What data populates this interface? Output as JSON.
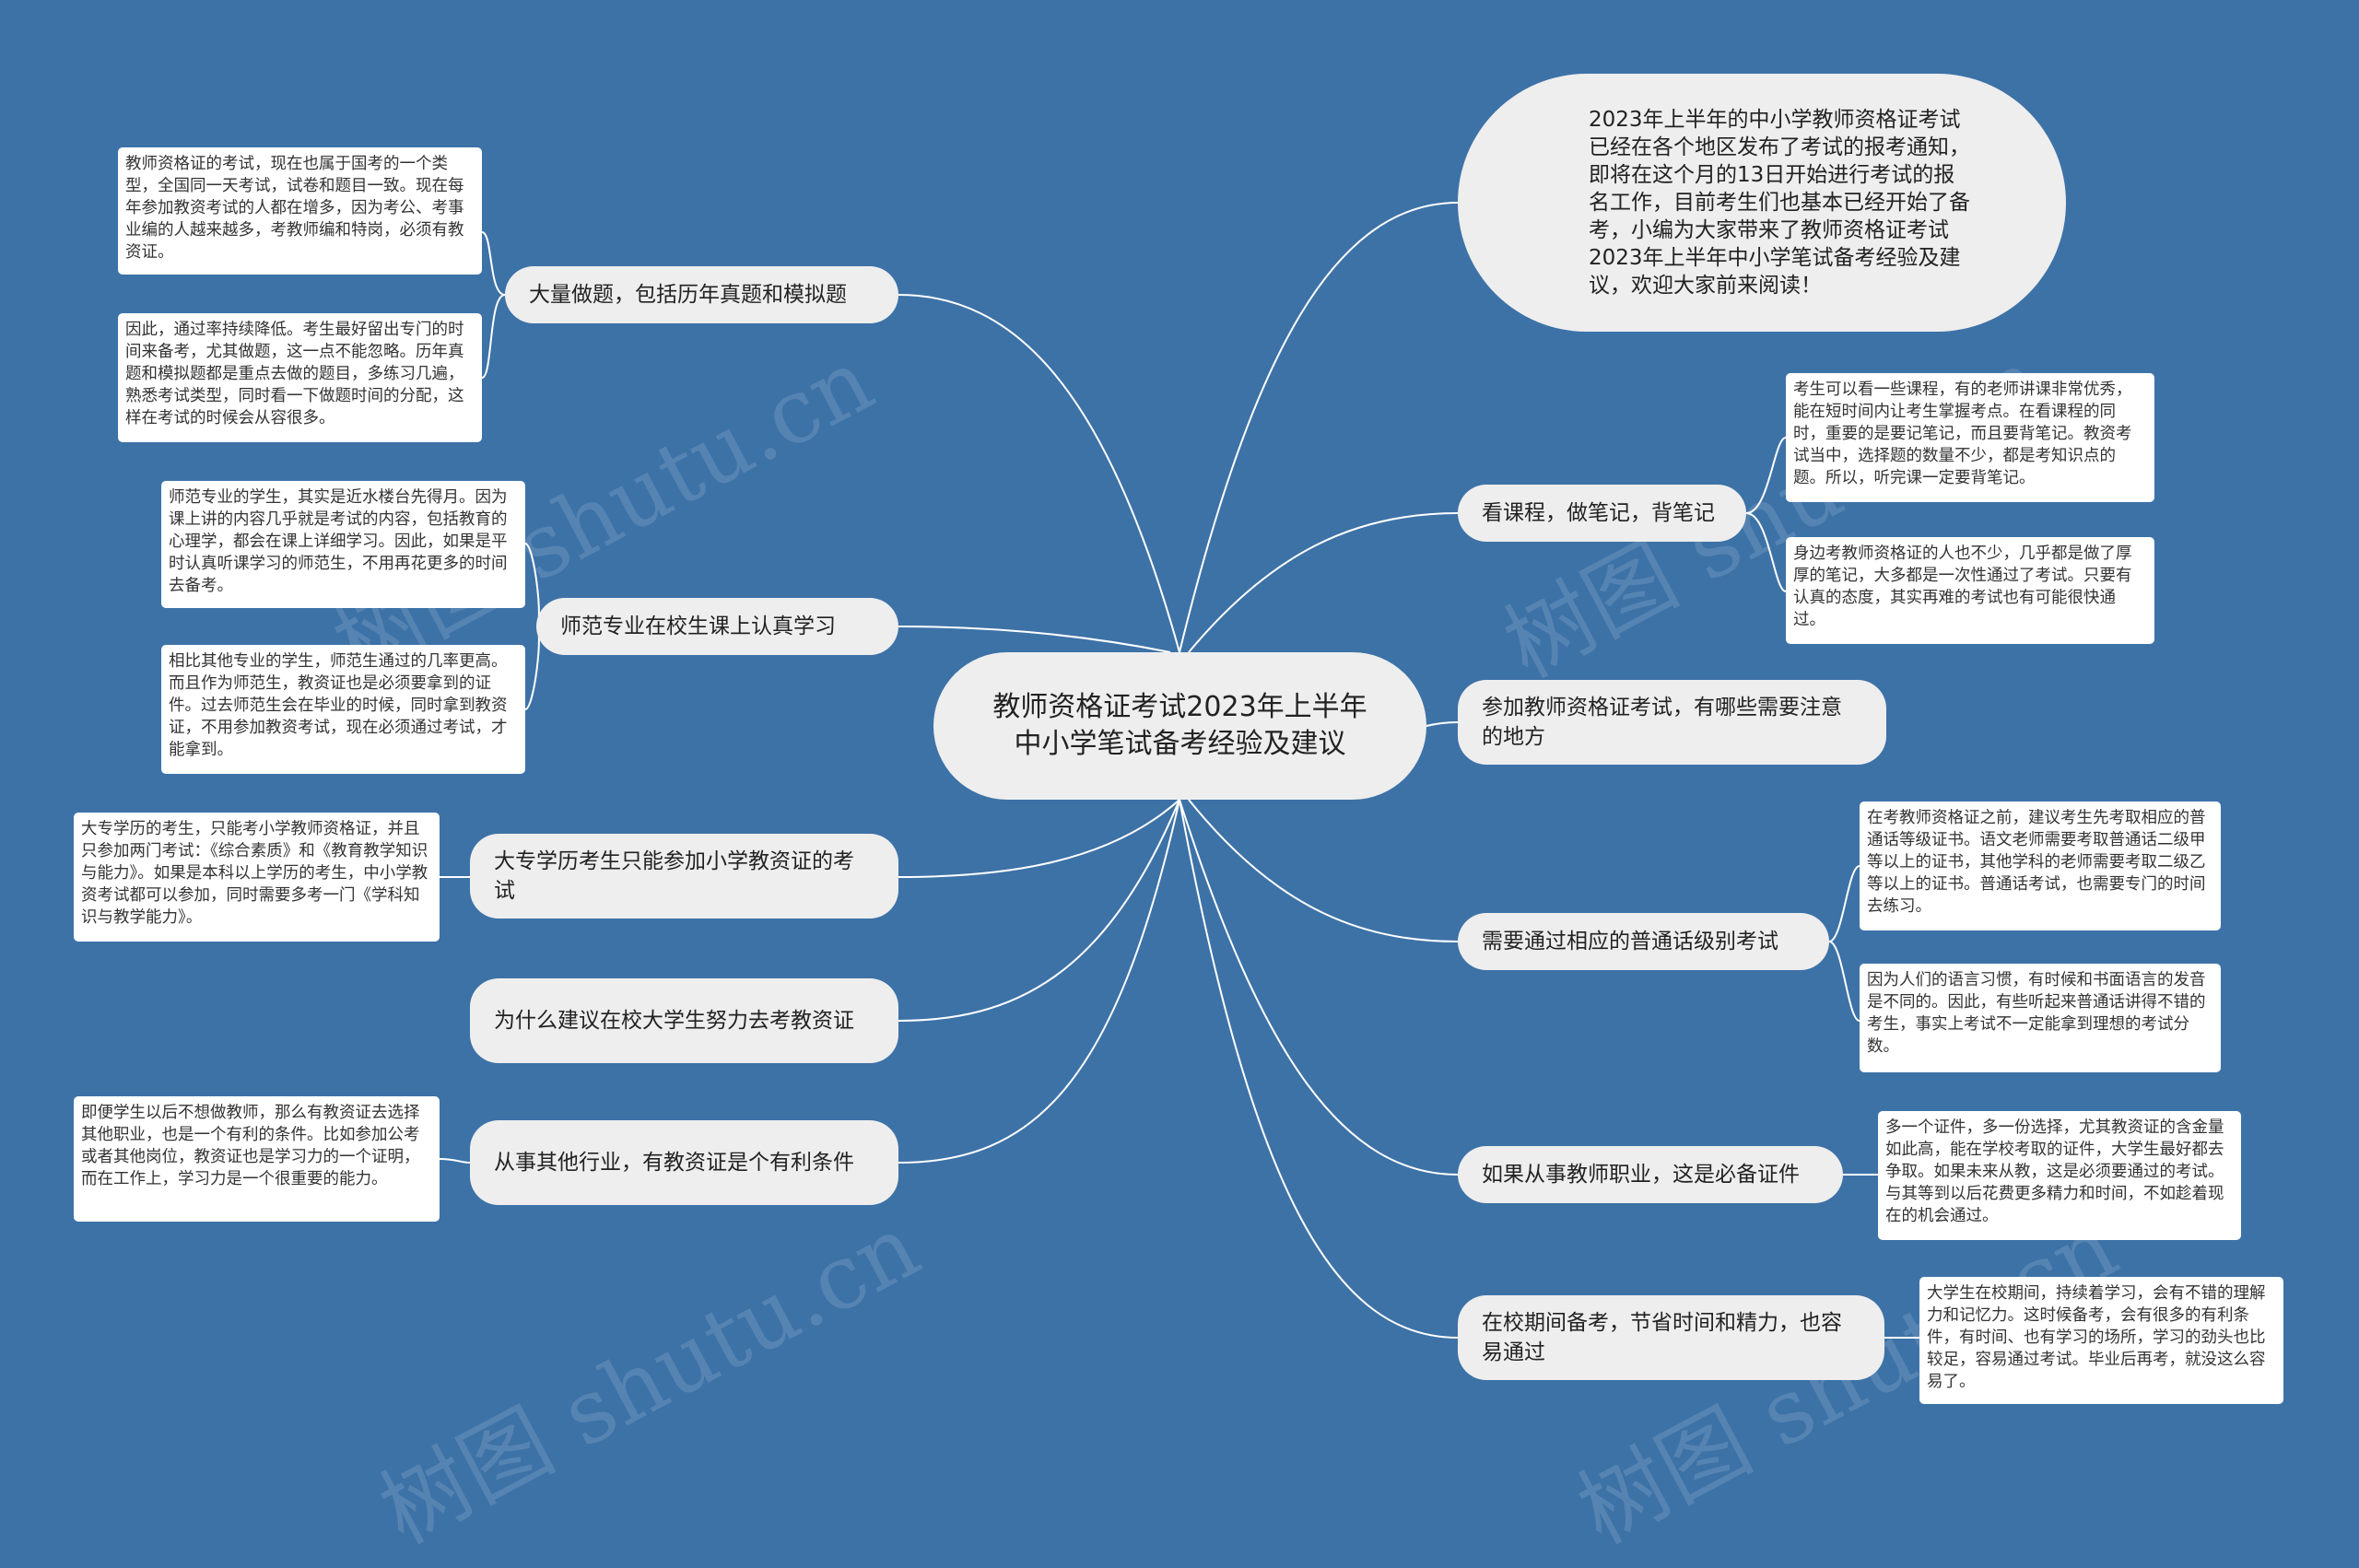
{
  "center_topic": "教师资格证考试2023年上半年中小学笔试备考经验及建议",
  "intro_text": "2023年上半年的中小学教师资格证考试已经在各个地区发布了考试的报考通知，即将在这个月的13日开始进行考试的报名工作，目前考生们也基本已经开始了备考，小编为大家带来了教师资格证考试2023年上半年中小学笔试备考经验及建议，欢迎大家前来阅读！",
  "left_branches": [
    {
      "label": "大量做题，包括历年真题和模拟题",
      "notes": [
        "教师资格证的考试，现在也属于国考的一个类型，全国同一天考试，试卷和题目一致。现在每年参加教资考试的人都在增多，因为考公、考事业编的人越来越多，考教师编和特岗，必须有教资证。",
        "因此，通过率持续降低。考生最好留出专门的时间来备考，尤其做题，这一点不能忽略。历年真题和模拟题都是重点去做的题目，多练习几遍，熟悉考试类型，同时看一下做题时间的分配，这样在考试的时候会从容很多。"
      ]
    },
    {
      "label": "师范专业在校生课上认真学习",
      "notes": [
        "师范专业的学生，其实是近水楼台先得月。因为课上讲的内容几乎就是考试的内容，包括教育的心理学，都会在课上详细学习。因此，如果是平时认真听课学习的师范生，不用再花更多的时间去备考。",
        "相比其他专业的学生，师范生通过的几率更高。而且作为师范生，教资证也是必须要拿到的证件。过去师范生会在毕业的时候，同时拿到教资证，不用参加教资考试，现在必须通过考试，才能拿到。"
      ]
    },
    {
      "label": "大专学历考生只能参加小学教资证的考试",
      "notes": [
        "大专学历的考生，只能考小学教师资格证，并且只参加两门考试：《综合素质》和《教育教学知识与能力》。如果是本科以上学历的考生，中小学教资考试都可以参加，同时需要多考一门《学科知识与教学能力》。"
      ]
    },
    {
      "label": "为什么建议在校大学生努力去考教资证",
      "notes": []
    },
    {
      "label": "从事其他行业，有教资证是个有利条件",
      "notes": [
        "即便学生以后不想做教师，那么有教资证去选择其他职业，也是一个有利的条件。比如参加公考或者其他岗位，教资证也是学习力的一个证明，而在工作上，学习力是一个很重要的能力。"
      ]
    }
  ],
  "right_branches": [
    {
      "label": "看课程，做笔记，背笔记",
      "notes": [
        "考生可以看一些课程，有的老师讲课非常优秀，能在短时间内让考生掌握考点。在看课程的同时，重要的是要记笔记，而且要背笔记。教资考试当中，选择题的数量不少，都是考知识点的题。所以，听完课一定要背笔记。",
        "身边考教师资格证的人也不少，几乎都是做了厚厚的笔记，大多都是一次性通过了考试。只要有认真的态度，其实再难的考试也有可能很快通过。"
      ]
    },
    {
      "label": "参加教师资格证考试，有哪些需要注意的地方",
      "notes": []
    },
    {
      "label": "需要通过相应的普通话级别考试",
      "notes": [
        "在考教师资格证之前，建议考生先考取相应的普通话等级证书。语文老师需要考取普通话二级甲等以上的证书，其他学科的老师需要考取二级乙等以上的证书。普通话考试，也需要专门的时间去练习。",
        "因为人们的语言习惯，有时候和书面语言的发音是不同的。因此，有些听起来普通话讲得不错的考生，事实上考试不一定能拿到理想的考试分数。"
      ]
    },
    {
      "label": "如果从事教师职业，这是必备证件",
      "notes": [
        "多一个证件，多一份选择，尤其教资证的含金量如此高，能在学校考取的证件，大学生最好都去争取。如果未来从教，这是必须要通过的考试。与其等到以后花费更多精力和时间，不如趁着现在的机会通过。"
      ]
    },
    {
      "label": "在校期间备考，节省时间和精力，也容易通过",
      "notes": [
        "大学生在校期间，持续着学习，会有不错的理解力和记忆力。这时候备考，会有很多的有利条件，有时间、也有学习的场所，学习的劲头也比较足，容易通过考试。毕业后再考，就没这么容易了。"
      ]
    }
  ],
  "watermark_text": "树图 shutu.cn",
  "colors": {
    "background": "#3d72a7",
    "node": "#eeeeee",
    "note": "#ffffff",
    "line": "#ffffff"
  }
}
